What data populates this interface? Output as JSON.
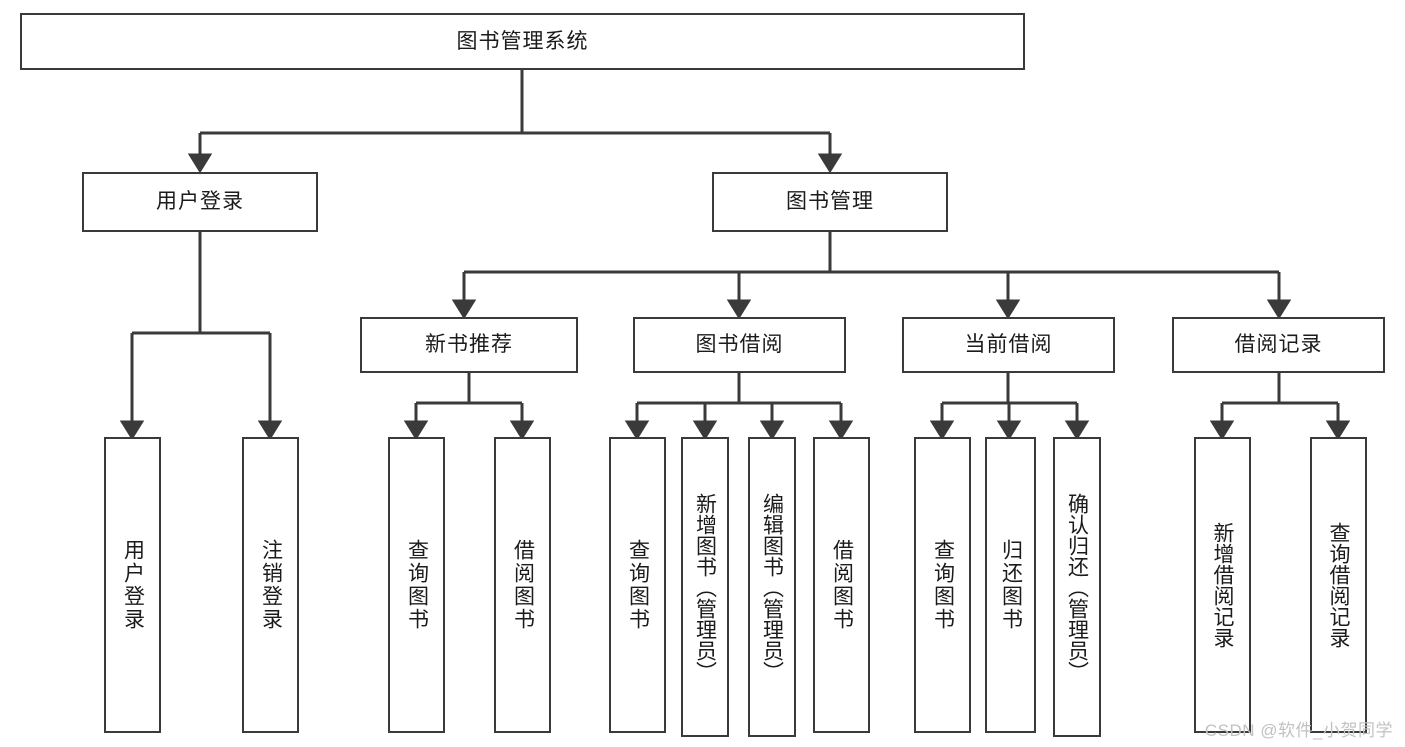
{
  "diagram": {
    "title": "图书管理系统",
    "type": "hierarchy-tree",
    "colors": {
      "box_border": "#3a3a3a",
      "box_fill": "#ffffff",
      "connector": "#3a3a3a",
      "text": "#1b1b1b",
      "watermark": "#c2c2c2"
    },
    "levels": {
      "root": {
        "label": "图书管理系统"
      },
      "level2": [
        {
          "id": "user-login",
          "label": "用户登录"
        },
        {
          "id": "book-management",
          "label": "图书管理"
        }
      ],
      "level3": [
        {
          "id": "new-book-recommend",
          "label": "新书推荐"
        },
        {
          "id": "book-borrow",
          "label": "图书借阅"
        },
        {
          "id": "current-borrow",
          "label": "当前借阅"
        },
        {
          "id": "borrow-record",
          "label": "借阅记录"
        }
      ],
      "leaves": [
        {
          "id": "leaf-user-login",
          "label": "用户登录",
          "parent": "user-login"
        },
        {
          "id": "leaf-user-logout",
          "label": "注销登录",
          "parent": "user-login"
        },
        {
          "id": "leaf-query-book-1",
          "label": "查询图书",
          "parent": "new-book-recommend"
        },
        {
          "id": "leaf-borrow-book-1",
          "label": "借阅图书",
          "parent": "new-book-recommend"
        },
        {
          "id": "leaf-query-book-2",
          "label": "查询图书",
          "parent": "book-borrow"
        },
        {
          "id": "leaf-add-book",
          "label": "新增图书（管理员）",
          "parent": "book-borrow"
        },
        {
          "id": "leaf-edit-book",
          "label": "编辑图书（管理员）",
          "parent": "book-borrow"
        },
        {
          "id": "leaf-borrow-book-2",
          "label": "借阅图书",
          "parent": "book-borrow"
        },
        {
          "id": "leaf-query-book-3",
          "label": "查询图书",
          "parent": "current-borrow"
        },
        {
          "id": "leaf-return-book",
          "label": "归还图书",
          "parent": "current-borrow"
        },
        {
          "id": "leaf-confirm-return",
          "label": "确认归还（管理员）",
          "parent": "current-borrow"
        },
        {
          "id": "leaf-add-record",
          "label": "新增借阅记录",
          "parent": "borrow-record"
        },
        {
          "id": "leaf-query-record",
          "label": "查询借阅记录",
          "parent": "borrow-record"
        }
      ]
    }
  },
  "watermark": {
    "text": "CSDN @软件_小贺同学"
  }
}
